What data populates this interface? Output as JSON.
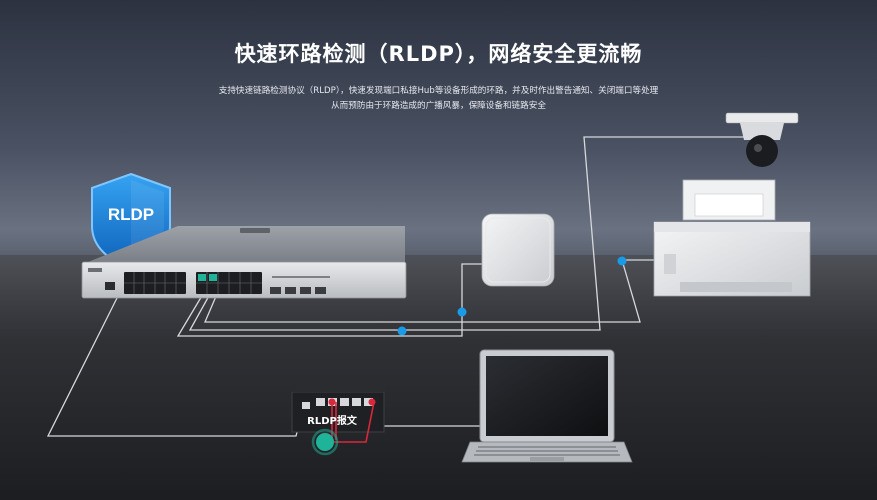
{
  "header": {
    "title": "快速环路检测（RLDP），网络安全更流畅",
    "subtitle_line1": "支持快速链路检测协议（RLDP），快速发现端口私接Hub等设备形成的环路，并及时作出警告通知、关闭端口等处理",
    "subtitle_line2": "从而预防由于环路造成的广播风暴，保障设备和链路安全"
  },
  "badge": {
    "label": "RLDP"
  },
  "hub": {
    "message_label": "RLDP报文"
  },
  "colors": {
    "badge_blue": "#1e7fd6",
    "link_dot": "#1a9be8",
    "loop_red": "#d8283a",
    "packet_teal": "#1fb39a",
    "cable": "#d6d8dc"
  }
}
